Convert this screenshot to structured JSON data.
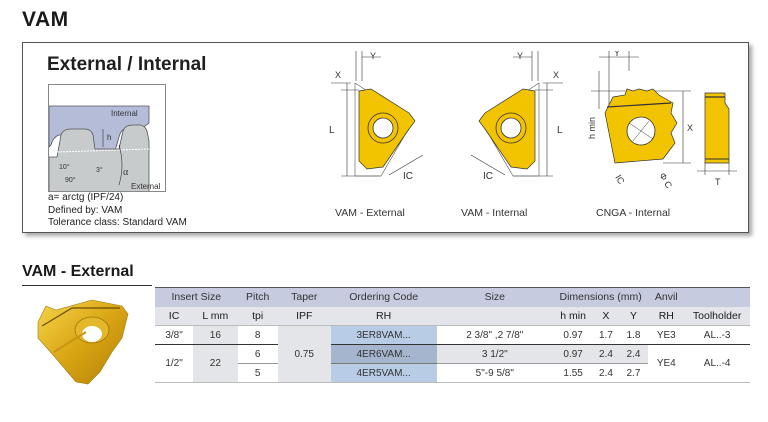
{
  "page": {
    "title": "VAM"
  },
  "overview_box": {
    "title": "External / Internal",
    "profile_diagram": {
      "labels": {
        "internal": "Internal",
        "external": "External",
        "h": "h",
        "angle_10": "10°",
        "angle_3": "3°",
        "angle_90": "90°",
        "alpha": "α"
      }
    },
    "notes": [
      "a= arctg (IPF/24)",
      "Defined by: VAM",
      "Tolerance class: Standard VAM"
    ],
    "diagrams": [
      {
        "caption": "VAM - External",
        "labels": {
          "x": "X",
          "y": "Y",
          "l": "L",
          "ic": "IC"
        }
      },
      {
        "caption": "VAM - Internal",
        "labels": {
          "x": "X",
          "y": "Y",
          "l": "L",
          "ic": "IC"
        }
      },
      {
        "caption": "CNGA - Internal",
        "labels": {
          "y": "Y",
          "h_min": "h min",
          "x": "X",
          "ic": "IC",
          "phi_c": "Φ C",
          "t": "T"
        }
      }
    ]
  },
  "section": {
    "title": "VAM - External",
    "table": {
      "header_groups": {
        "insert_size": "Insert Size",
        "pitch": "Pitch",
        "taper": "Taper",
        "ordering_code": "Ordering Code",
        "size": "Size",
        "dimensions": "Dimensions (mm)",
        "anvil": "Anvil",
        "toolholder_blank": ""
      },
      "header_sub": {
        "ic": "IC",
        "l_mm": "L mm",
        "tpi": "tpi",
        "ipf": "IPF",
        "rh": "RH",
        "size_blank": "",
        "h_min": "h min",
        "x": "X",
        "y": "Y",
        "anvil_rh": "RH",
        "toolholder": "Toolholder"
      },
      "rows": [
        {
          "ic": "3/8\"",
          "l_mm": "16",
          "tpi": "8",
          "ipf": "0.75",
          "code": "3ER8VAM...",
          "size": "2 3/8\" ,2 7/8\"",
          "h_min": "0.97",
          "x": "1.7",
          "y": "1.8",
          "anvil": "YE3",
          "toolholder": "AL..-3"
        },
        {
          "ic": "1/2\"",
          "l_mm": "22",
          "tpi": "6",
          "ipf": "0.75",
          "code": "4ER6VAM...",
          "size": "3 1/2\"",
          "h_min": "0.97",
          "x": "2.4",
          "y": "2.4",
          "anvil": "YE4",
          "toolholder": "AL..-4"
        },
        {
          "ic": "1/2\"",
          "l_mm": "22",
          "tpi": "5",
          "ipf": "0.75",
          "code": "4ER5VAM...",
          "size": "5\"-9 5/8\"",
          "h_min": "1.55",
          "x": "2.4",
          "y": "2.7",
          "anvil": "YE4",
          "toolholder": "AL..-4"
        }
      ]
    }
  },
  "colors": {
    "insert_yellow": "#f2c400",
    "header_lavender": "#c6cbdf",
    "header_grey": "#e3e5ea",
    "code_blue": "#b8cde5",
    "code_blue_dark": "#a4b5cd",
    "internal_fill": "#b4bcd8",
    "external_fill": "#c8cbcc"
  }
}
